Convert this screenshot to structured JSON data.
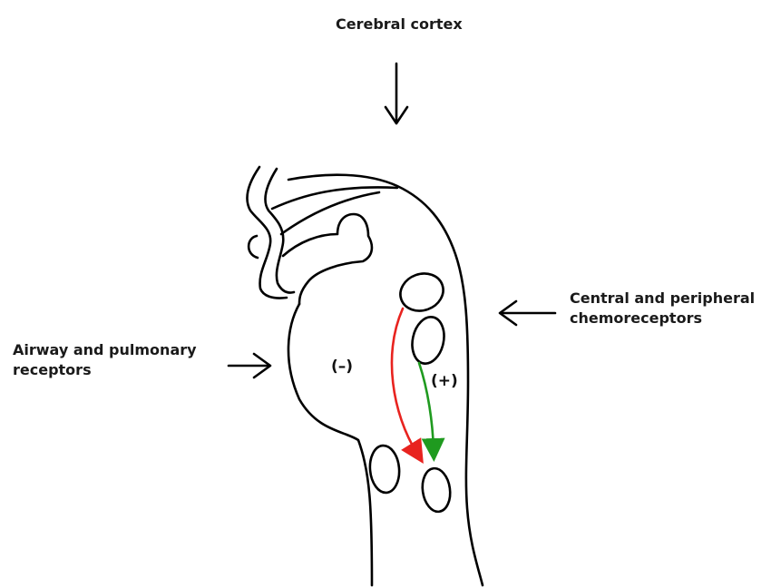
{
  "labels": {
    "top": "Cerebral cortex",
    "right_line1": "Central and peripheral",
    "right_line2": "chemoreceptors",
    "left_line1": "Airway and pulmonary",
    "left_line2": "receptors",
    "inhibitory_sign": "(–)",
    "excitatory_sign": "(+)"
  },
  "colors": {
    "outline": "#000000",
    "inhibitory_arrow": "#e8231f",
    "excitatory_arrow": "#1f9a1f"
  }
}
